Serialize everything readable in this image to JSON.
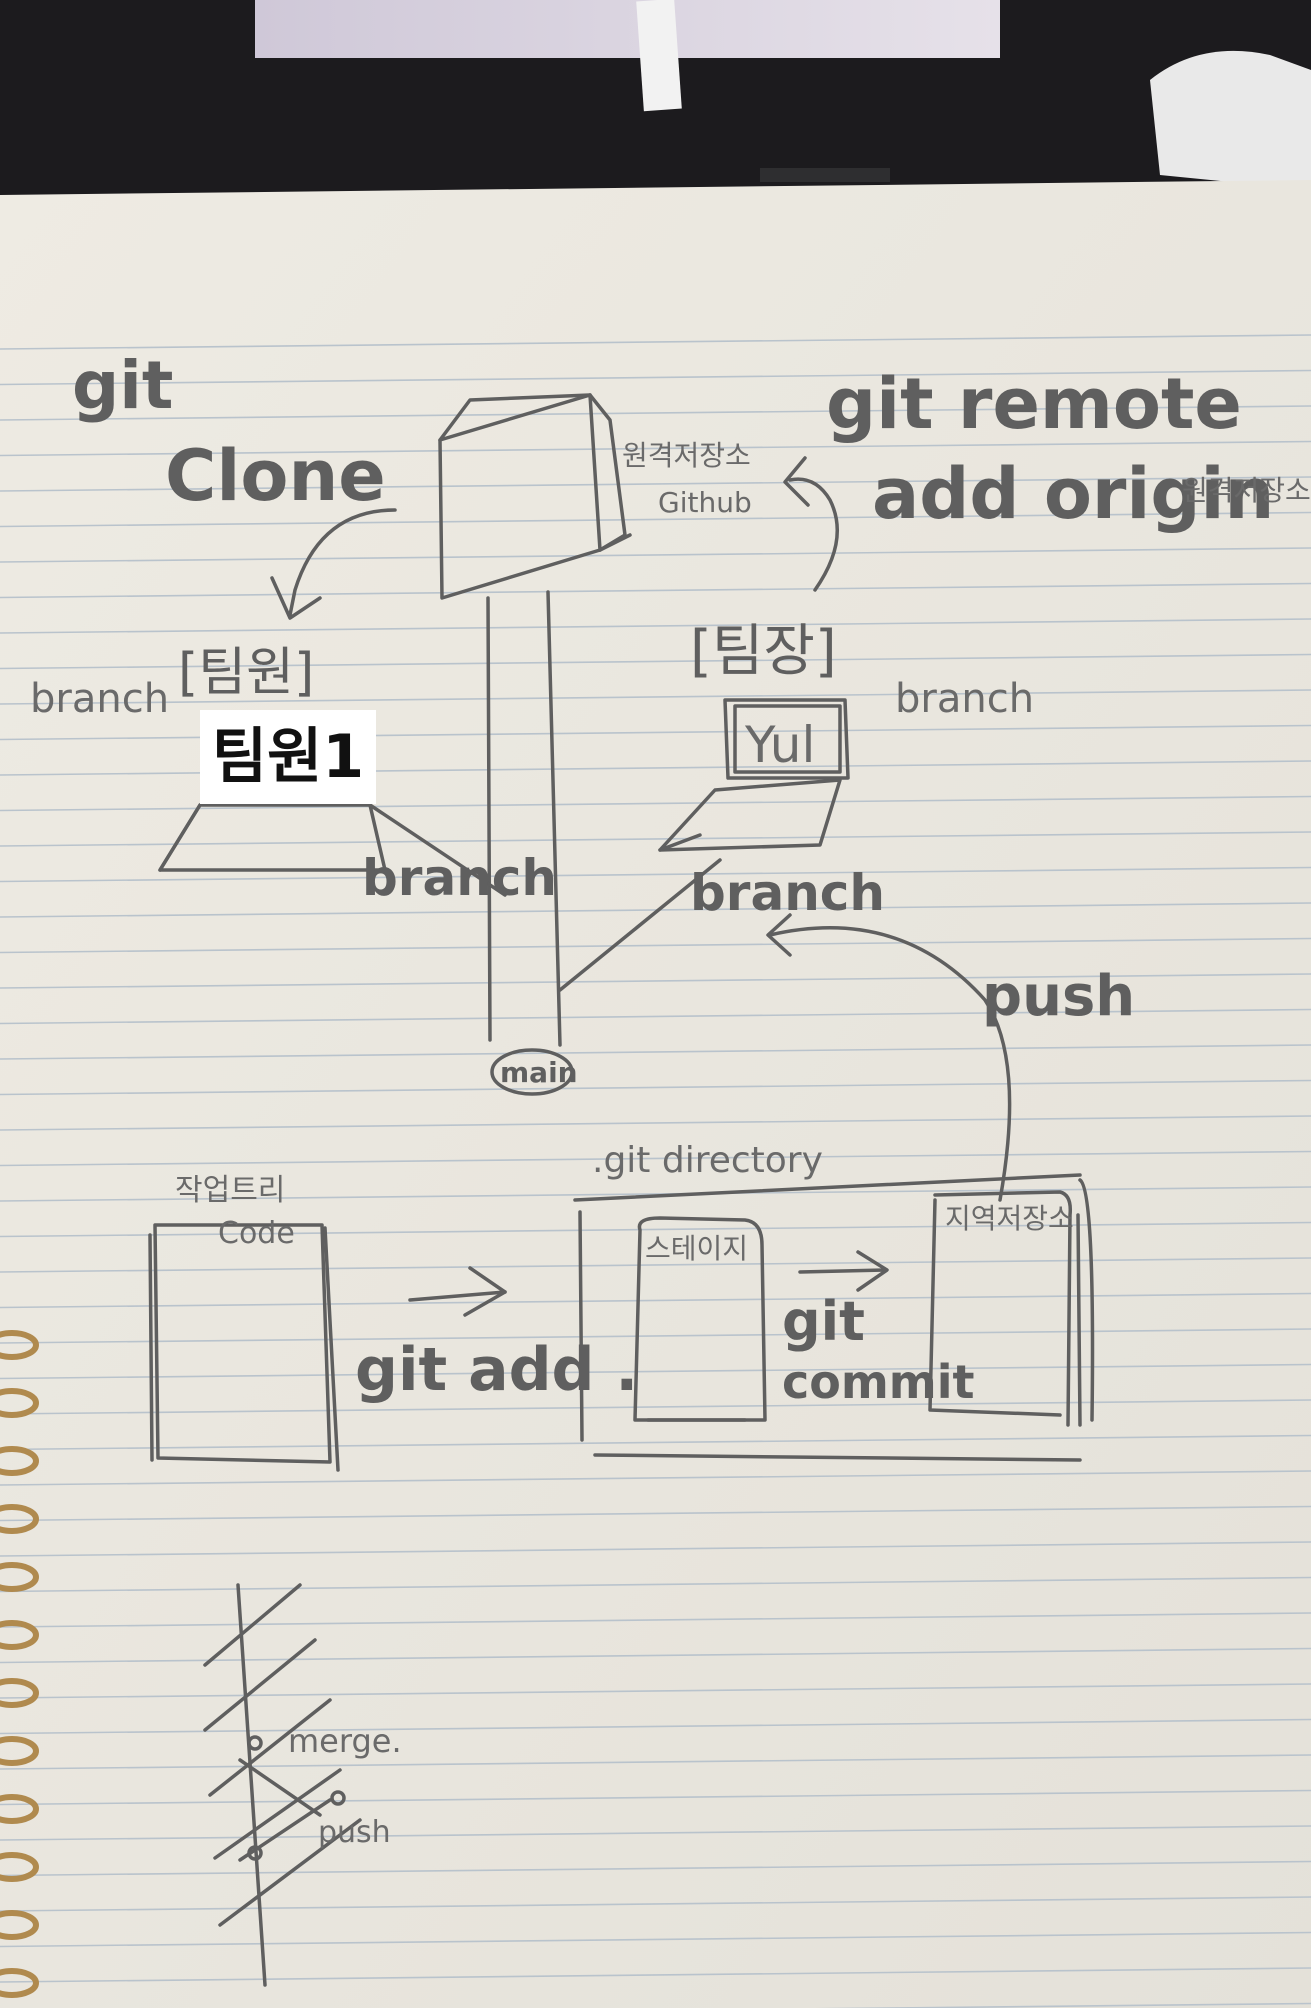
{
  "notes": {
    "git_clone": {
      "line1": "git",
      "line2": "Clone"
    },
    "git_remote": {
      "line1": "git remote",
      "line2": "add origin",
      "line2_suffix": "원격저장소"
    },
    "remote_repo": {
      "line1": "원격저장소",
      "line2": "Github"
    },
    "member_label": "[팀원]",
    "member_label_box": "팀원1",
    "leader_label": "[팀장]",
    "leader_name": "Yul",
    "branch_left": "branch",
    "branch_right": "branch",
    "branch_mid_left": "branch",
    "branch_mid_right": "branch",
    "push_label": "push",
    "main_label": "main",
    "git_directory": ".git directory",
    "working_dir": "작업트리",
    "code_label": "Code",
    "git_add": "git add .",
    "staging": "스테이지",
    "git_commit_line1": "git",
    "git_commit_line2": "commit",
    "local_repo": "지역저장소",
    "merge_label": "merge.",
    "push_label_bottom": "push"
  },
  "colors": {
    "paper": "#ebe8e0",
    "pencil": "#5f5f5f",
    "rule_line": "#b9c3cc",
    "monitor": "#1c1b1e",
    "screen": "#d8d4dc",
    "ring": "#b08a4e"
  }
}
